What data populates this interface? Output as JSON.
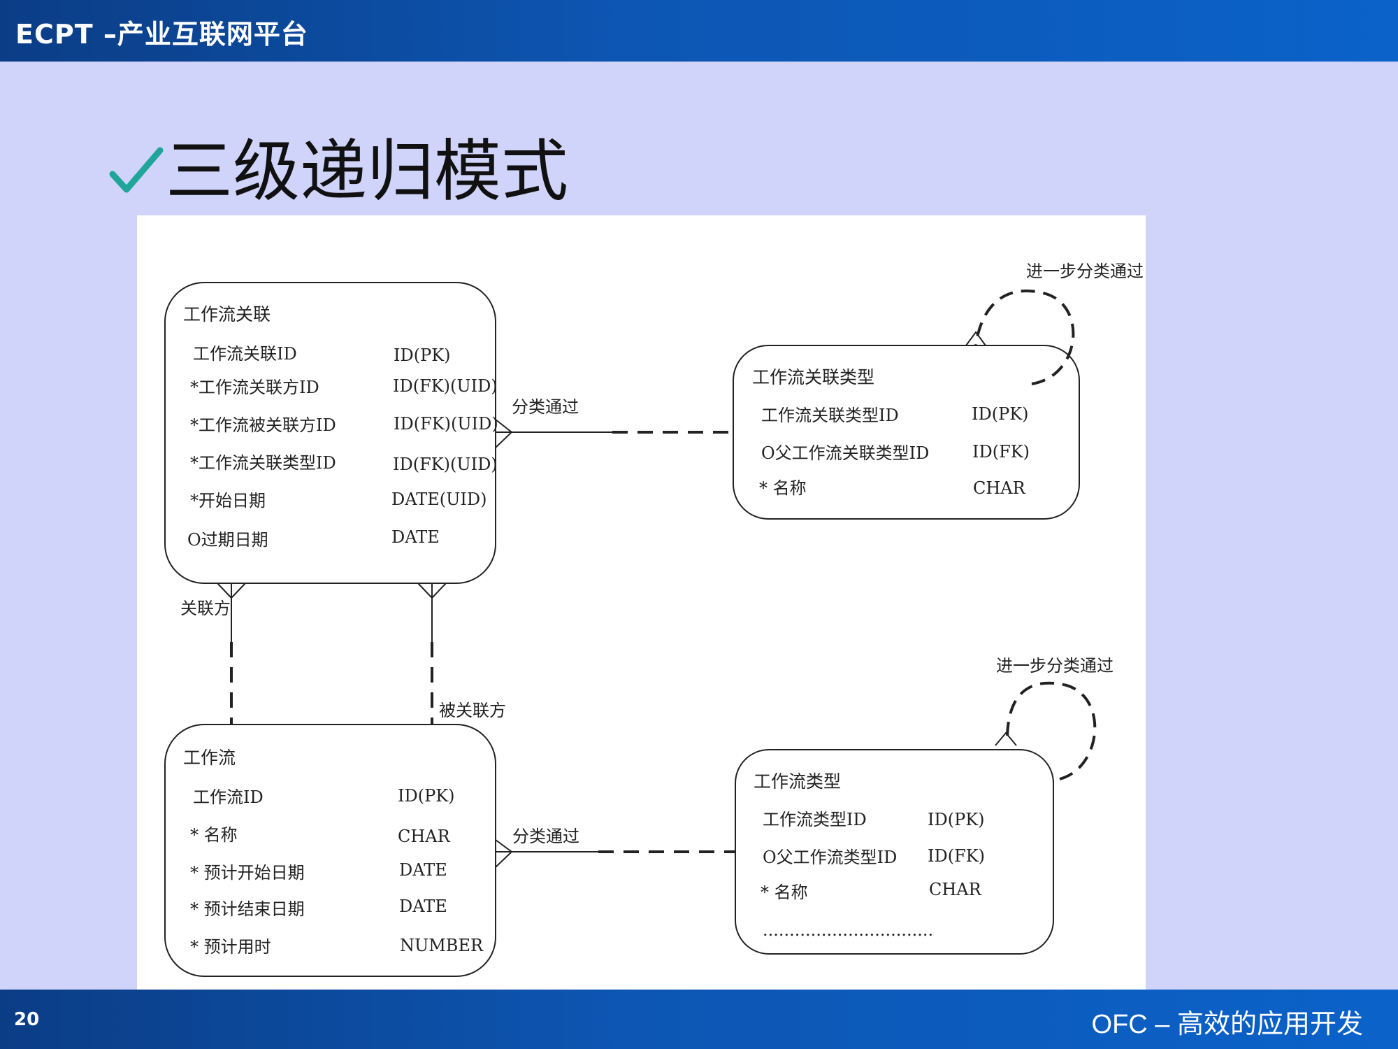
{
  "header": {
    "title": "ECPT –产业互联网平台"
  },
  "slide": {
    "heading": "三级递归模式"
  },
  "footer": {
    "page_number": "20",
    "text": "OFC – 高效的应用开发"
  },
  "diagram": {
    "entities": {
      "association": {
        "name": "工作流关联",
        "attrs": [
          {
            "name": "工作流关联ID",
            "type": "ID(PK)"
          },
          {
            "name": "*工作流关联方ID",
            "type": "ID(FK)(UID)"
          },
          {
            "name": "*工作流被关联方ID",
            "type": "ID(FK)(UID)"
          },
          {
            "name": "*工作流关联类型ID",
            "type": "ID(FK)(UID)"
          },
          {
            "name": "*开始日期",
            "type": "DATE(UID)"
          },
          {
            "name": "O过期日期",
            "type": "DATE"
          }
        ]
      },
      "association_type": {
        "name": "工作流关联类型",
        "attrs": [
          {
            "name": "工作流关联类型ID",
            "type": "ID(PK)"
          },
          {
            "name": "O父工作流关联类型ID",
            "type": "ID(FK)"
          },
          {
            "name": "* 名称",
            "type": "CHAR"
          }
        ]
      },
      "workflow": {
        "name": "工作流",
        "attrs": [
          {
            "name": "工作流ID",
            "type": "ID(PK)"
          },
          {
            "name": "* 名称",
            "type": "CHAR"
          },
          {
            "name": "* 预计开始日期",
            "type": "DATE"
          },
          {
            "name": "* 预计结束日期",
            "type": "DATE"
          },
          {
            "name": "* 预计用时",
            "type": "NUMBER"
          }
        ]
      },
      "workflow_type": {
        "name": "工作流类型",
        "attrs": [
          {
            "name": "工作流类型ID",
            "type": "ID(PK)"
          },
          {
            "name": "O父工作流类型ID",
            "type": "ID(FK)"
          },
          {
            "name": "* 名称",
            "type": "CHAR"
          }
        ],
        "ellipsis": "................................"
      }
    },
    "relations": {
      "assoc_to_type": "分类通过",
      "assoc_type_recursive": "进一步分类通过",
      "from_party": "关联方",
      "to_party": "被关联方",
      "workflow_to_type": "分类通过",
      "workflow_type_recursive": "进一步分类通过"
    }
  }
}
